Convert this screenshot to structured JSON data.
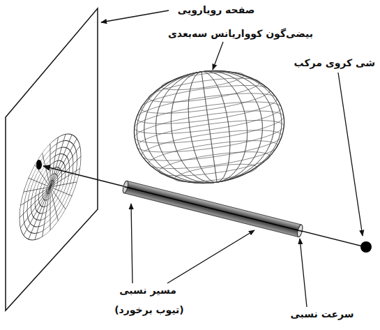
{
  "diagram": {
    "labels": [
      "صفحه رویارویی",
      "بیضی‌گون کوواریانس سه‌بعدی",
      "شی کروی مرکب",
      "مسیر نسبی",
      "(تیوب برخورد)",
      "سرعت نسبی"
    ]
  }
}
